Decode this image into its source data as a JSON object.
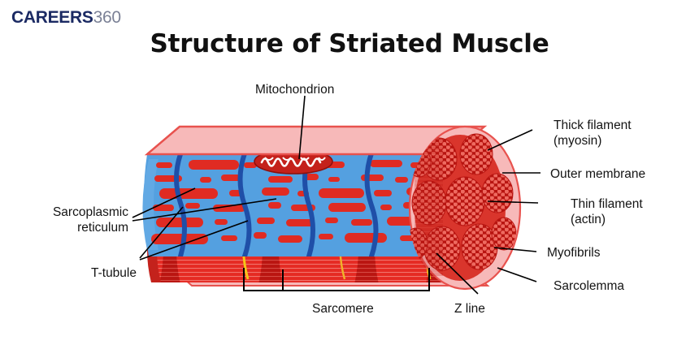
{
  "brand": {
    "part1": "CAREERS",
    "part2": "360"
  },
  "page": {
    "title": "Structure of Striated Muscle"
  },
  "labels": {
    "mitochondrion": "Mitochondrion",
    "sarcoplasmic_reticulum_l1": "Sarcoplasmic",
    "sarcoplasmic_reticulum_l2": "reticulum",
    "t_tubule": "T-tubule",
    "sarcomere": "Sarcomere",
    "z_line": "Z line",
    "thick_filament_l1": "Thick filament",
    "thick_filament_l2": "(myosin)",
    "outer_membrane": "Outer membrane",
    "thin_filament_l1": "Thin filament",
    "thin_filament_l2": "(actin)",
    "myofibrils": "Myofibrils",
    "sarcolemma": "Sarcolemma"
  },
  "colors": {
    "brand_navy": "#1b2a63",
    "brand_grey": "#7b8196",
    "title": "#111111",
    "sarcolemma_pink": "#f4a7a7",
    "sarcolemma_edge": "#e8524e",
    "sr_blue": "#54a0e0",
    "t_tubule_blue": "#1f4fa8",
    "red_dash": "#e02b22",
    "myofibril_red": "#e52a23",
    "myofibril_dark": "#b81410",
    "filament_salmon": "#ee6a60",
    "z_line_yellow": "#f5c518",
    "leader": "#000000"
  },
  "diagram": {
    "name": "striated-muscle-cutaway",
    "parts": [
      "outer membrane (sarcolemma)",
      "sarcoplasmic reticulum network",
      "T-tubules",
      "mitochondrion",
      "myofibrils with striations",
      "Z lines",
      "cross-section of thick and thin filaments"
    ]
  }
}
